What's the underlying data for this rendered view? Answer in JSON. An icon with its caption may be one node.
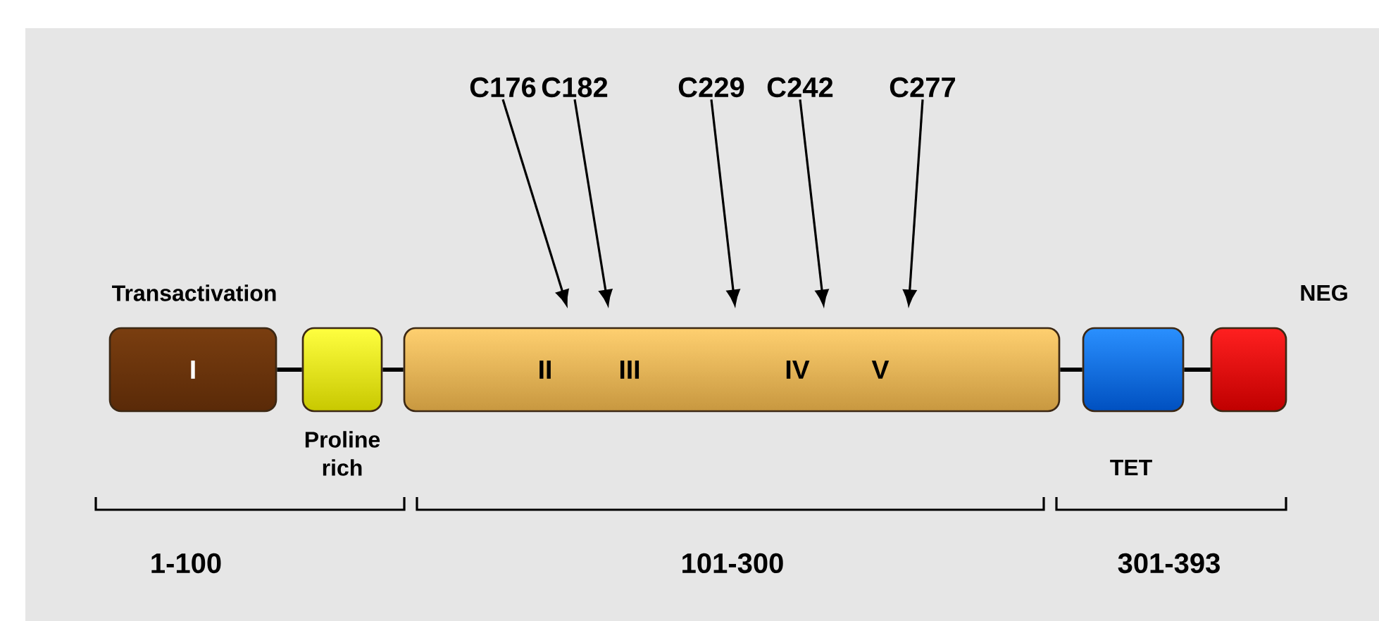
{
  "diagram": {
    "nodes": [
      {
        "text": [
          "I"
        ],
        "beside": [
          "Transactivation"
        ]
      },
      {
        "text": [],
        "shape": "box",
        "beside": [
          "Proline rich"
        ]
      },
      {
        "text": [
          "II",
          "III",
          "IV",
          "V"
        ]
      },
      {
        "text": [],
        "shape": "box",
        "beside": [
          "TET"
        ]
      },
      {
        "text": [],
        "shape": "box",
        "beside": [
          "NEG"
        ]
      },
      {
        "text": [
          "C176"
        ]
      },
      {
        "text": [
          "C182"
        ]
      },
      {
        "text": [
          "C229"
        ]
      },
      {
        "text": [
          "C242"
        ]
      },
      {
        "text": [
          "C277"
        ]
      }
    ],
    "edges": [
      {
        "from": 0,
        "to": 1,
        "arrow": "none"
      },
      {
        "from": 1,
        "to": 2,
        "arrow": "none"
      },
      {
        "from": 2,
        "to": 3,
        "arrow": "none"
      },
      {
        "from": 3,
        "to": 4,
        "arrow": "none"
      },
      {
        "from": 5,
        "to": 2,
        "arrow": "to"
      },
      {
        "from": 6,
        "to": 2,
        "arrow": "to"
      },
      {
        "from": 7,
        "to": 2,
        "arrow": "to"
      },
      {
        "from": 8,
        "to": 2,
        "arrow": "to"
      },
      {
        "from": 9,
        "to": 2,
        "arrow": "to"
      }
    ],
    "labels": [
      "1-100",
      "101-300",
      "301-393"
    ]
  }
}
